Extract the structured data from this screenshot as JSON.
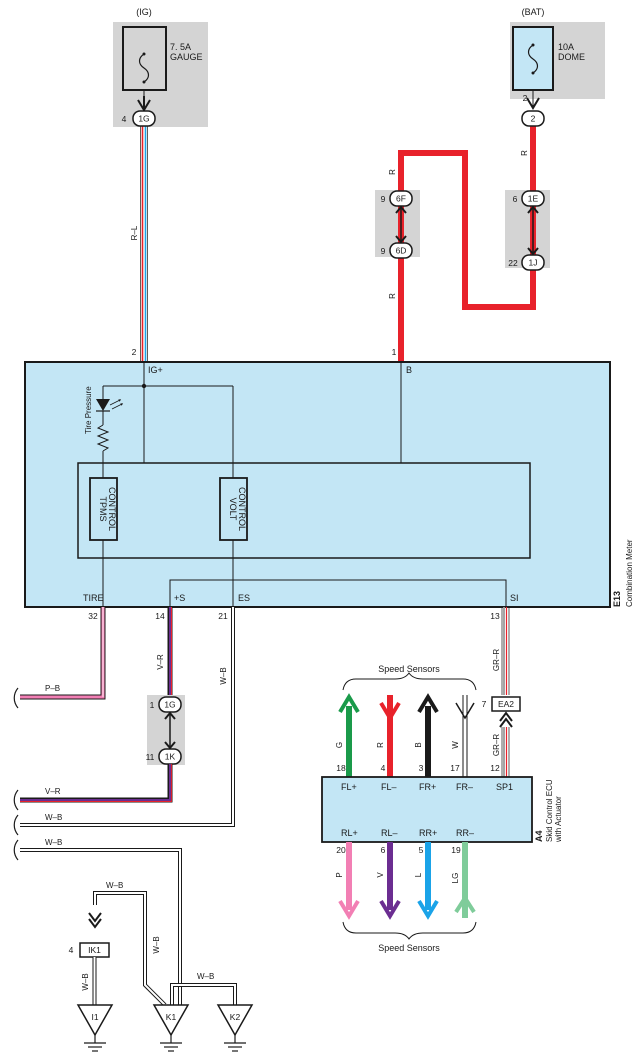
{
  "power": {
    "ig_label": "(IG)",
    "bat_label": "(BAT)",
    "fuse_gauge": {
      "line1": "7. 5A",
      "line2": "GAUGE"
    },
    "fuse_dome": {
      "line1": "10A",
      "line2": "DOME"
    }
  },
  "connectors": {
    "c_1g_top": "1G",
    "c_2": "2",
    "c_6f": "6F",
    "c_6d": "6D",
    "c_1e": "1E",
    "c_1j": "1J",
    "c_1g_mid": "1G",
    "c_1k": "1K",
    "c_ea2": "EA2",
    "c_ik1": "IK1"
  },
  "pins": {
    "p4_1g": "4",
    "p2_fuse": "2",
    "p9_6f": "9",
    "p9_6d": "9",
    "p6_1e": "6",
    "p22_1j": "22",
    "p2_ig": "2",
    "p1_b": "1",
    "p32": "32",
    "p14": "14",
    "p21": "21",
    "p13": "13",
    "p1_1g": "1",
    "p11_1k": "11",
    "p7_ea2": "7",
    "p18": "18",
    "p4_fl": "4",
    "p3": "3",
    "p17": "17",
    "p12": "12",
    "p20": "20",
    "p6": "6",
    "p5": "5",
    "p19": "19",
    "p4_ik1": "4"
  },
  "wires": {
    "r_l": "R–L",
    "r1": "R",
    "r2": "R",
    "r3": "R",
    "p_b": "P–B",
    "v_r_1": "V–R",
    "v_r_2": "V–R",
    "w_b_1": "W–B",
    "w_b_2": "W–B",
    "w_b_3": "W–B",
    "w_b_4": "W–B",
    "w_b_5": "W–B",
    "w_b_6": "W–B",
    "w_b_7": "W–B",
    "gr_r_1": "GR–R",
    "gr_r_2": "GR–R",
    "g": "G",
    "r_fl": "R",
    "b": "B",
    "w": "W",
    "p": "P",
    "v": "V",
    "l": "L",
    "lg": "LG"
  },
  "meter": {
    "terminals": {
      "ig": "IG+",
      "b": "B",
      "tire": "TIRE",
      "s": "+S",
      "es": "ES",
      "si": "SI"
    },
    "tire_pressure": "Tire Pressure",
    "tpms_l1": "TPMS",
    "tpms_l2": "CONTROL",
    "volt_l1": "VOLT",
    "volt_l2": "CONTROL",
    "code": "E13",
    "name": "Combination Meter"
  },
  "ecu": {
    "terminals": {
      "fl_p": "FL+",
      "fl_m": "FL–",
      "fr_p": "FR+",
      "fr_m": "FR–",
      "sp1": "SP1",
      "rl_p": "RL+",
      "rl_m": "RL–",
      "rr_p": "RR+",
      "rr_m": "RR–"
    },
    "code": "A4",
    "name_l1": "Skid Control ECU",
    "name_l2": "with Actuator"
  },
  "sensors": {
    "top": "Speed Sensors",
    "bottom": "Speed Sensors"
  },
  "grounds": {
    "i1": "I1",
    "k1": "K1",
    "k2": "K2"
  },
  "colors": {
    "red": "#e8222b",
    "green": "#1a9a4a",
    "black": "#1a1a1a",
    "pink": "#f27fb4",
    "violet": "#6b2d91",
    "blue": "#1aa3e8",
    "light_green": "#7fcc9a",
    "meter_fill": "#c3e6f5",
    "connector_fill": "#d4d4d4"
  }
}
